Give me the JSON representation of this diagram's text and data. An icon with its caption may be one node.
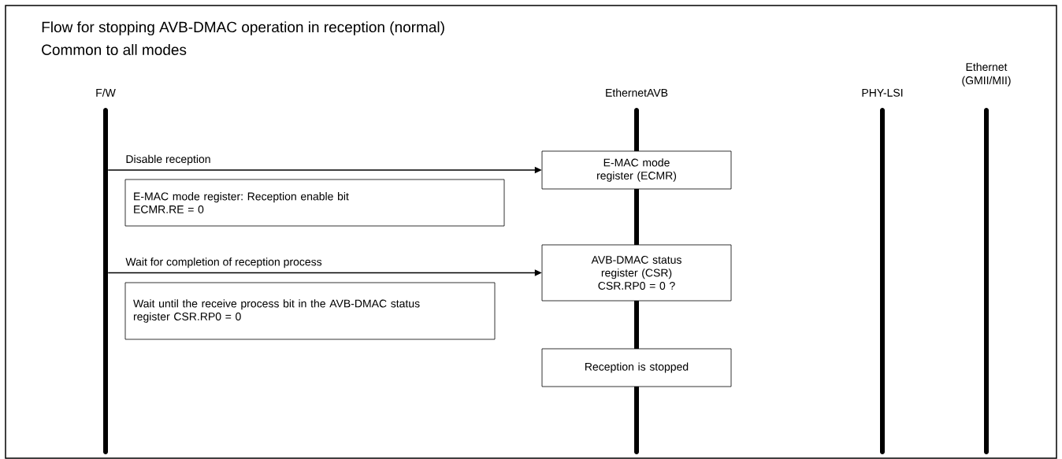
{
  "diagram": {
    "title": "Flow for stopping AVB-DMAC operation in reception (normal)",
    "nodes": [
      {
        "text": [
          "F/W"
        ]
      },
      {
        "text": [
          "EthernetAVB"
        ]
      },
      {
        "text": [
          "PHY-LSI"
        ]
      },
      {
        "text": [
          "Ethernet (GMII/MII)"
        ]
      },
      {
        "text": [
          "E-MAC mode register (ECMR)"
        ]
      },
      {
        "text": [
          "E-MAC mode register: Reception enable bit ECMR.RE = 0"
        ]
      },
      {
        "text": [
          "AVB-DMAC status register (CSR) CSR.RP0 = 0 ?"
        ]
      },
      {
        "text": [
          "Wait until the receive process bit in the AVB-DMAC status register CSR.RP0 = 0"
        ]
      },
      {
        "text": [
          "Reception is stopped"
        ]
      }
    ],
    "edges": [
      {
        "from": 0,
        "to": 4,
        "arrow": "to",
        "label": "Disable reception"
      },
      {
        "from": 0,
        "to": 6,
        "arrow": "to",
        "label": "Wait for completion of reception process"
      }
    ],
    "labels": [
      "Common to all modes"
    ]
  }
}
